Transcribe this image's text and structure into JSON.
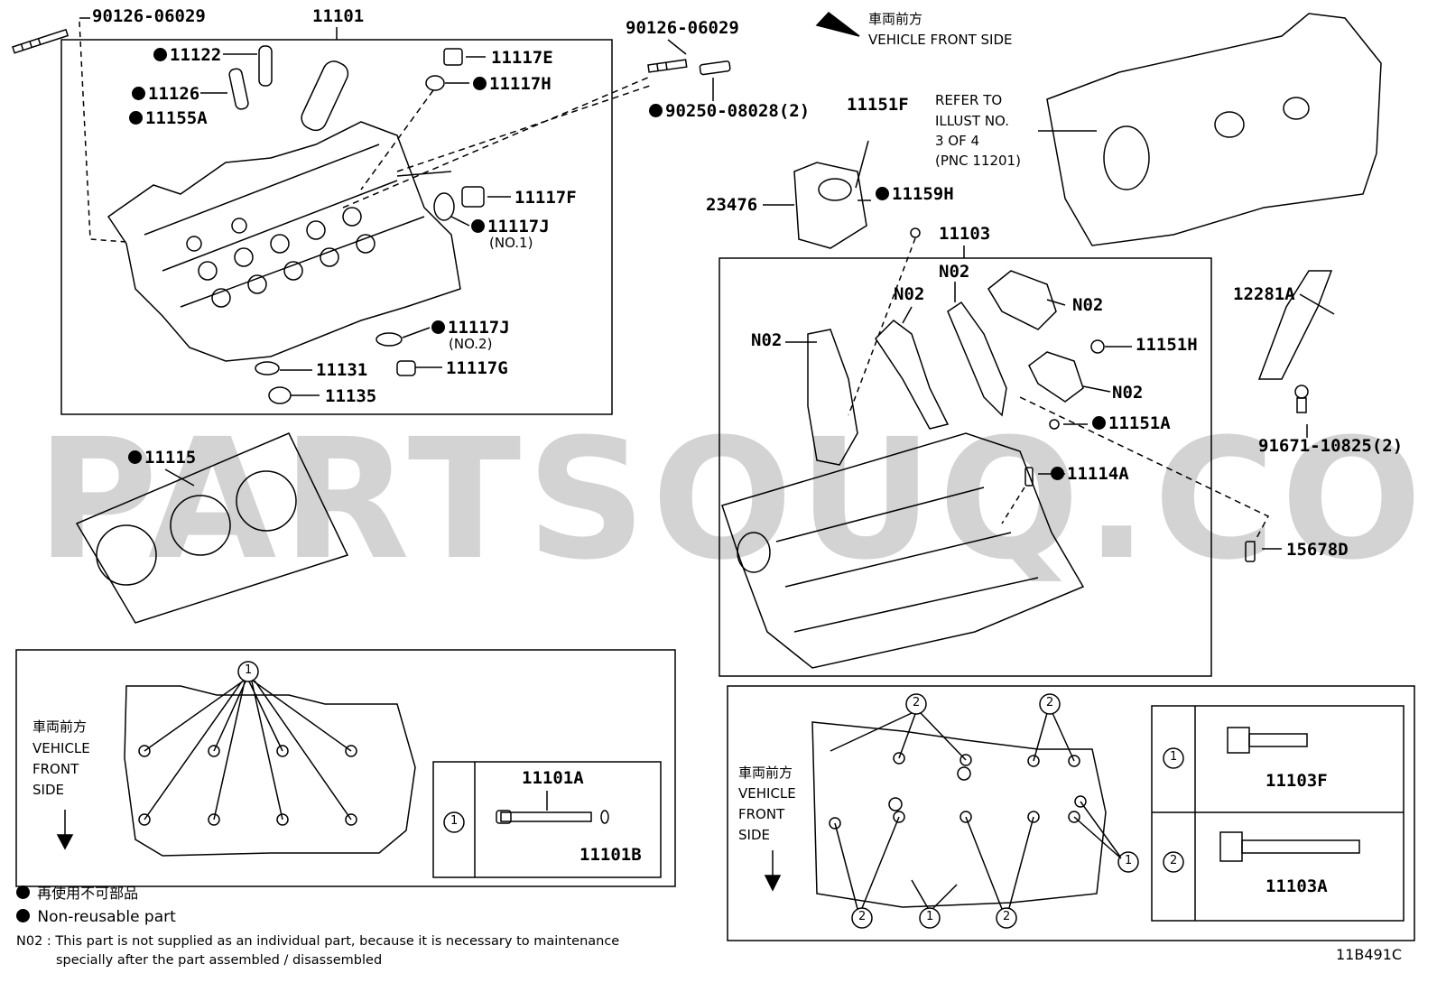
{
  "labels": {
    "p90126a": "90126-06029",
    "p11101": "11101",
    "p11122": "11122",
    "p11126": "11126",
    "p11155A": "11155A",
    "p11117E": "11117E",
    "p11117H": "11117H",
    "p90126b": "90126-06029",
    "p90250": "90250-08028(2)",
    "p11117F": "11117F",
    "p11117J_1": "11117J",
    "no1": "(NO.1)",
    "p11117J_2": "11117J",
    "no2": "(NO.2)",
    "p11131": "11131",
    "p11117G": "11117G",
    "p11135": "11135",
    "p11115": "11115",
    "front_jp": "車両前方",
    "front_en": "VEHICLE FRONT SIDE",
    "p11151F": "11151F",
    "refer1": "REFER TO",
    "refer2": "ILLUST NO.",
    "refer3": "3 OF 4",
    "refer4": "(PNC 11201)",
    "p23476": "23476",
    "p11159H": "11159H",
    "p11103": "11103",
    "n02_a": "N02",
    "n02_b": "N02",
    "n02_c": "N02",
    "n02_d": "N02",
    "n02_e": "N02",
    "p11151H": "11151H",
    "p11151A": "11151A",
    "p11114A": "11114A",
    "p12281A": "12281A",
    "p91671": "91671-10825(2)",
    "p15678D": "15678D",
    "p11101A": "11101A",
    "p11101B": "11101B",
    "p11103F": "11103F",
    "p11103A": "11103A",
    "circ1": "1",
    "circ2": "2"
  },
  "left_front": [
    "車両前方",
    "VEHICLE",
    "FRONT",
    "SIDE"
  ],
  "right_front": [
    "車両前方",
    "VEHICLE",
    "FRONT",
    "SIDE"
  ],
  "legend": {
    "jp": "再使用不可部品",
    "en": "Non-reusable part",
    "n02_line1": "N02 : This part is not supplied as an individual part, because it is necessary to maintenance",
    "n02_line2": "specially after the part assembled / disassembled"
  },
  "diagram_code": "11B491C",
  "watermark": "PARTSOUQ.COM"
}
